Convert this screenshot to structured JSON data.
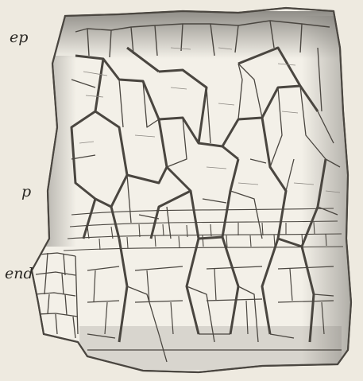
{
  "figure": {
    "labels": {
      "epidermis": "ep",
      "parenchyma": "p",
      "endodermis": "end"
    }
  },
  "colors": {
    "background": "#eeeae0",
    "ink": "#4a4640",
    "shading": "#8a8882"
  }
}
